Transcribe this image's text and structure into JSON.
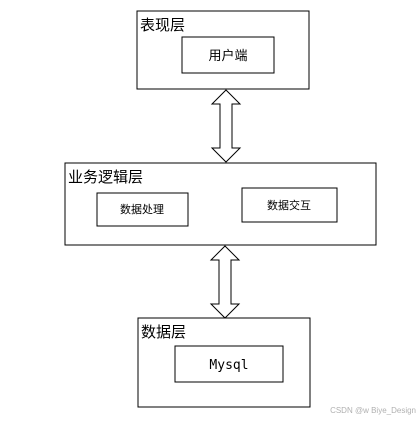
{
  "diagram": {
    "layers": {
      "presentation": {
        "title": "表现层",
        "items": [
          "用户端"
        ]
      },
      "business": {
        "title": "业务逻辑层",
        "items": [
          "数据处理",
          "数据交互"
        ]
      },
      "data": {
        "title": "数据层",
        "items": [
          "Mysql"
        ]
      }
    },
    "connectors": [
      "double-arrow",
      "double-arrow"
    ]
  },
  "watermark": "CSDN @w Biye_Design",
  "colors": {
    "stroke": "#000000",
    "background": "#ffffff",
    "watermark": "#b0b0b0"
  }
}
